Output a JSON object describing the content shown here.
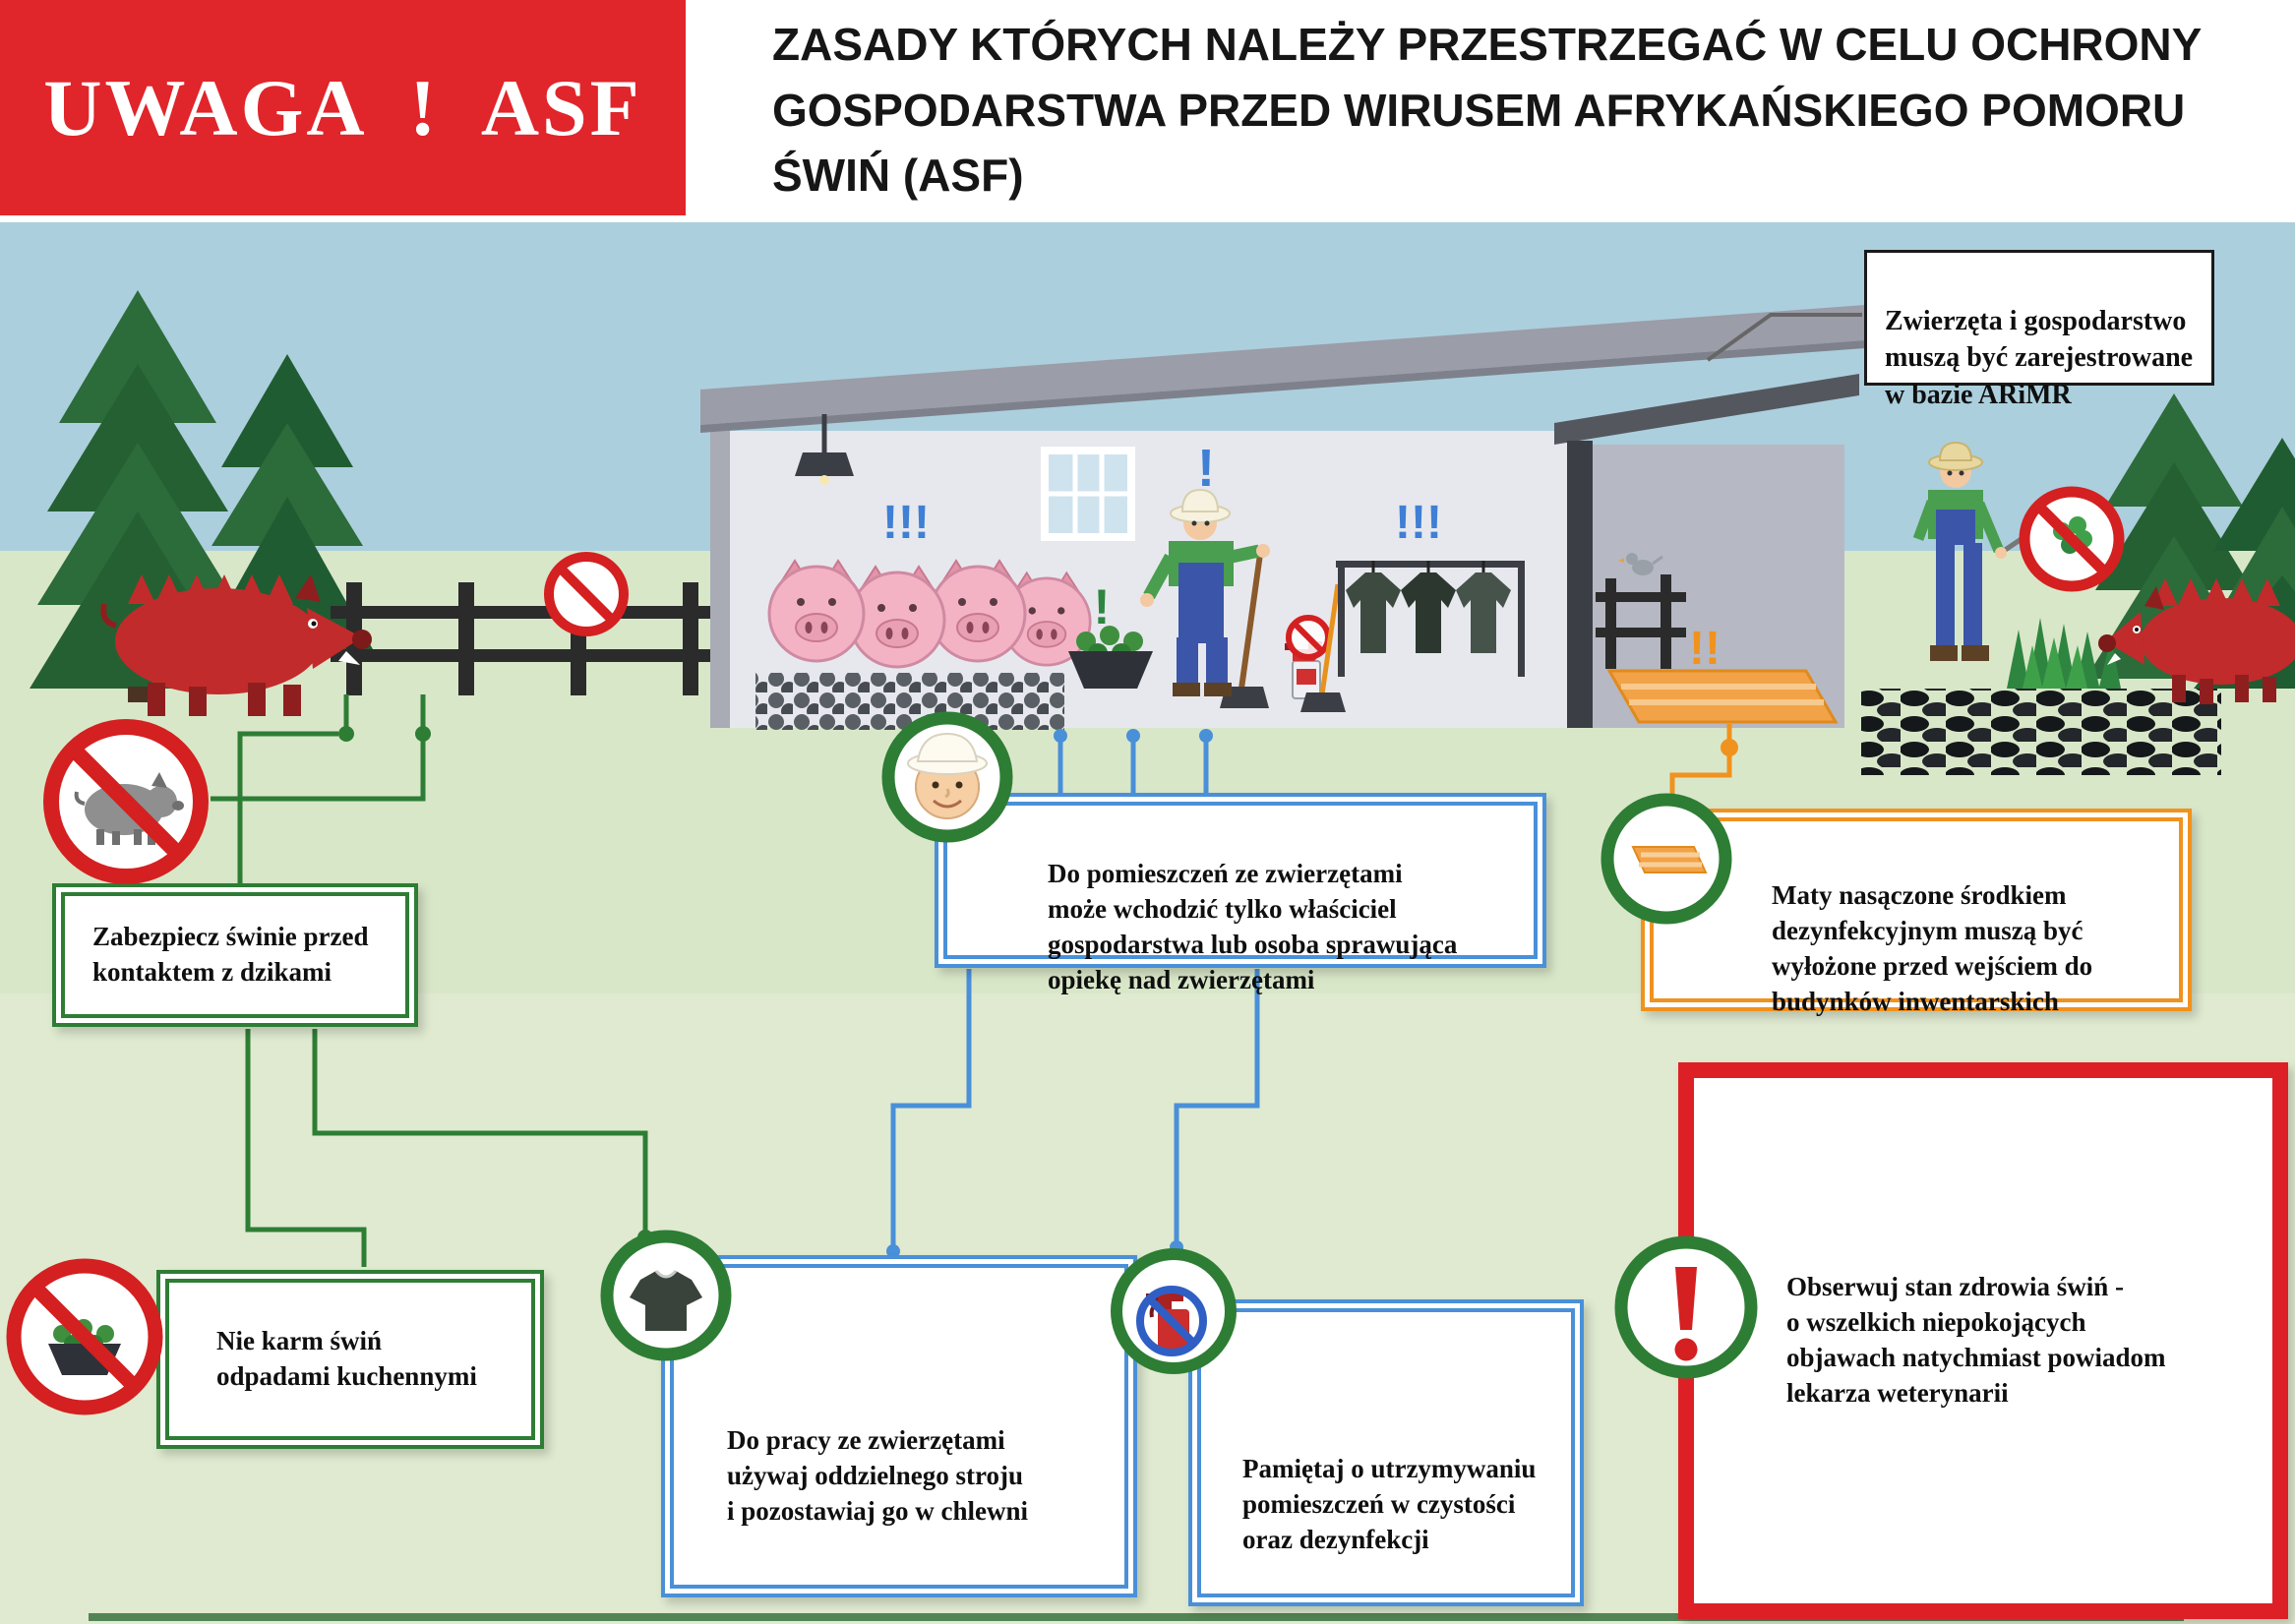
{
  "banner": {
    "label": "UWAGA  !  ASF"
  },
  "title": "ZASADY KTÓRYCH NALEŻY PRZESTRZEGAĆ W CELU OCHRONY\nGOSPODARSTWA PRZED WIRUSEM AFRYKAŃSKIEGO POMORU\nŚWIŃ (ASF)",
  "callouts": {
    "registration": {
      "text": "Zwierzęta i gospodarstwo\nmuszą być zarejestrowane\nw bazie ARiMR"
    },
    "boar_contact": {
      "text": "Zabezpiecz świnie przed\nkontaktem z dzikami"
    },
    "entry_rules": {
      "text": "Do pomieszczeń ze zwierzętami\nmoże wchodzić tylko właściciel\ngospodarstwa lub osoba sprawująca\nopiekę nad zwierzętami"
    },
    "disinfection_mats": {
      "text": "Maty nasączone środkiem\ndezynfekcyjnym muszą być\nwyłożone przed wejściem do\nbudynków inwentarskich"
    },
    "kitchen_waste": {
      "text": "Nie karm świń\nodpadami kuchennymi"
    },
    "work_clothing": {
      "text": "Do pracy ze zwierzętami\nużywaj oddzielnego stroju\ni pozostawiaj go w chlewni"
    },
    "cleanliness": {
      "text": "Pamiętaj o utrzymywaniu\npomieszczeń w czystości\noraz dezynfekcji"
    },
    "health_watch": {
      "text": "Obserwuj stan zdrowia świń -\no wszelkich niepokojących\nobjawach natychmiast powiadom\nlekarza weterynarii"
    }
  },
  "scene": {
    "marks": {
      "pigs": "!!!",
      "farmer": "!",
      "trough": "!",
      "clothes": "!!!",
      "mat": "!!"
    }
  },
  "icons": {
    "prohibition-sign-icon": "🚫",
    "exclamation-icon": "❗",
    "farmer-face-icon": "🧑",
    "tshirt-icon": "👕",
    "spray-bottle-icon": "🧴",
    "disinfection-mat-icon": "▰"
  },
  "colors": {
    "banner_red": "#e0252b",
    "accent_green": "#2e7d35",
    "accent_blue": "#4a90d9",
    "accent_orange": "#f0921e",
    "accent_red": "#dd2026",
    "sky": "#abcfdd",
    "ground": "#d9e7c9",
    "building_gray": "#9b9da8",
    "pig_pink": "#f4b3c4",
    "boar_red": "#c22b2b",
    "tree_green": "#2c6b3a"
  }
}
